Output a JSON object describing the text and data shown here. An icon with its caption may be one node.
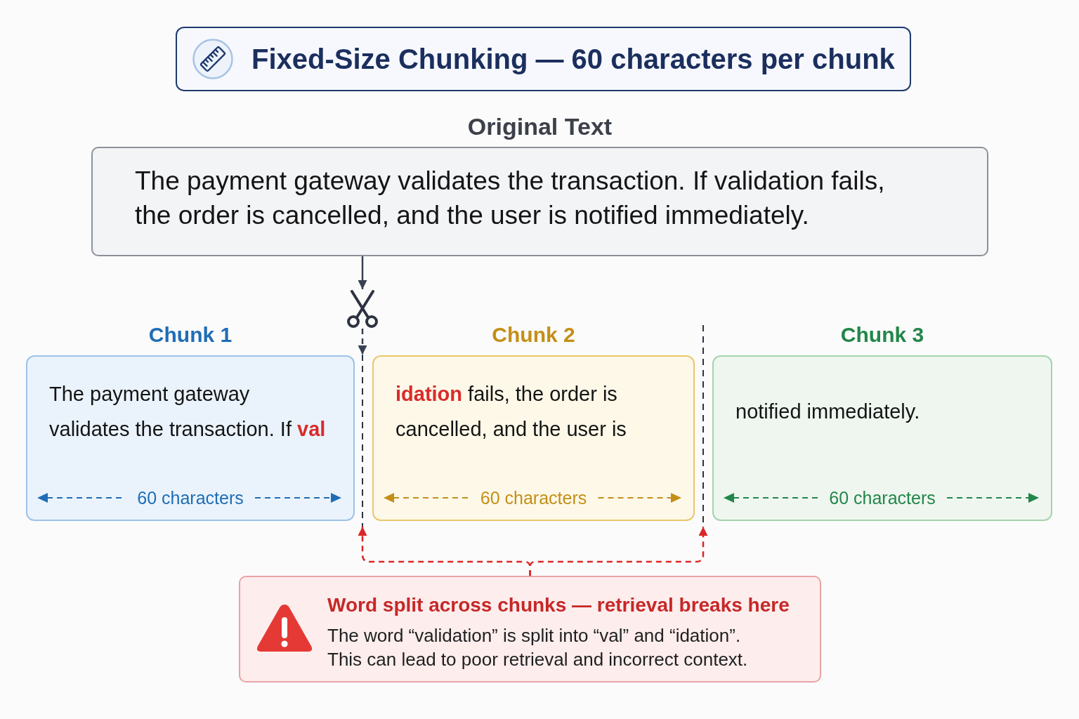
{
  "diagram": {
    "nodes": [
      {
        "text": [
          "Fixed-Size Chunking — 60 characters per chunk"
        ]
      },
      {
        "text": [
          "Original Text",
          "The payment gateway validates the transaction. If validation fails, the order is cancelled, and the user is notified immediately."
        ]
      },
      {
        "text": [],
        "shape": "picture"
      },
      {
        "text": [
          "Chunk 1",
          "The payment gateway validates the transaction. If **val**",
          "60 characters"
        ]
      },
      {
        "text": [],
        "shape": "line"
      },
      {
        "text": [
          "Chunk 2",
          "**idation** fails, the order is cancelled, and the user is",
          "60 characters"
        ]
      },
      {
        "text": [],
        "shape": "line"
      },
      {
        "text": [
          "Chunk 3",
          "notified immediately.",
          "60 characters"
        ]
      },
      {
        "text": [
          "Word split across chunks — retrieval breaks here",
          "The word “validation” is split into “val” and “idation”. This can lead to poor retrieval and incorrect context."
        ]
      }
    ],
    "edges": [
      {
        "from": 1,
        "to": 2,
        "arrow": "to"
      },
      {
        "from": 2,
        "to": 4,
        "arrow": "to",
        "style": "dashed"
      },
      {
        "from": 8,
        "to": 4,
        "arrow": "to",
        "style": "dashed",
        "color": "#dc2626"
      },
      {
        "from": 8,
        "to": 6,
        "arrow": "to",
        "style": "dashed",
        "color": "#dc2626"
      }
    ]
  }
}
